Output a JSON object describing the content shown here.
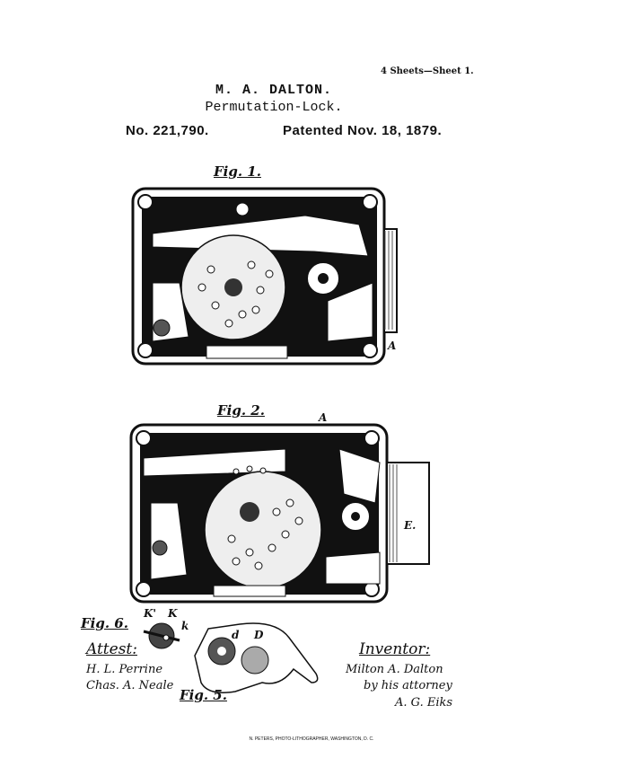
{
  "header": {
    "sheet": "4 Sheets—Sheet 1.",
    "inventor_name": "M. A. DALTON.",
    "title": "Permutation-Lock.",
    "patent_number": "No. 221,790.",
    "patent_date": "Patented Nov. 18, 1879."
  },
  "figures": {
    "fig1_label": "Fig. 1.",
    "fig1_ref": "A",
    "fig2_label": "Fig. 2.",
    "fig2_ref_top": "A",
    "fig2_ref_side": "E.",
    "fig6_label": "Fig. 6.",
    "fig6_refs": [
      "K'",
      "K",
      "k"
    ],
    "fig5_label": "Fig. 5.",
    "fig5_refs": [
      "d",
      "D"
    ]
  },
  "signatures": {
    "attest_label": "Attest:",
    "witness_1": "H. L. Perrine",
    "witness_2": "Chas. A. Neale",
    "inventor_label": "Inventor:",
    "inventor_signature": "Milton A. Dalton",
    "by_attorney": "by his attorney",
    "attorney_signature": "A. G. Eiks"
  },
  "footer": "N. PETERS, PHOTO-LITHOGRAPHER, WASHINGTON, D. C."
}
